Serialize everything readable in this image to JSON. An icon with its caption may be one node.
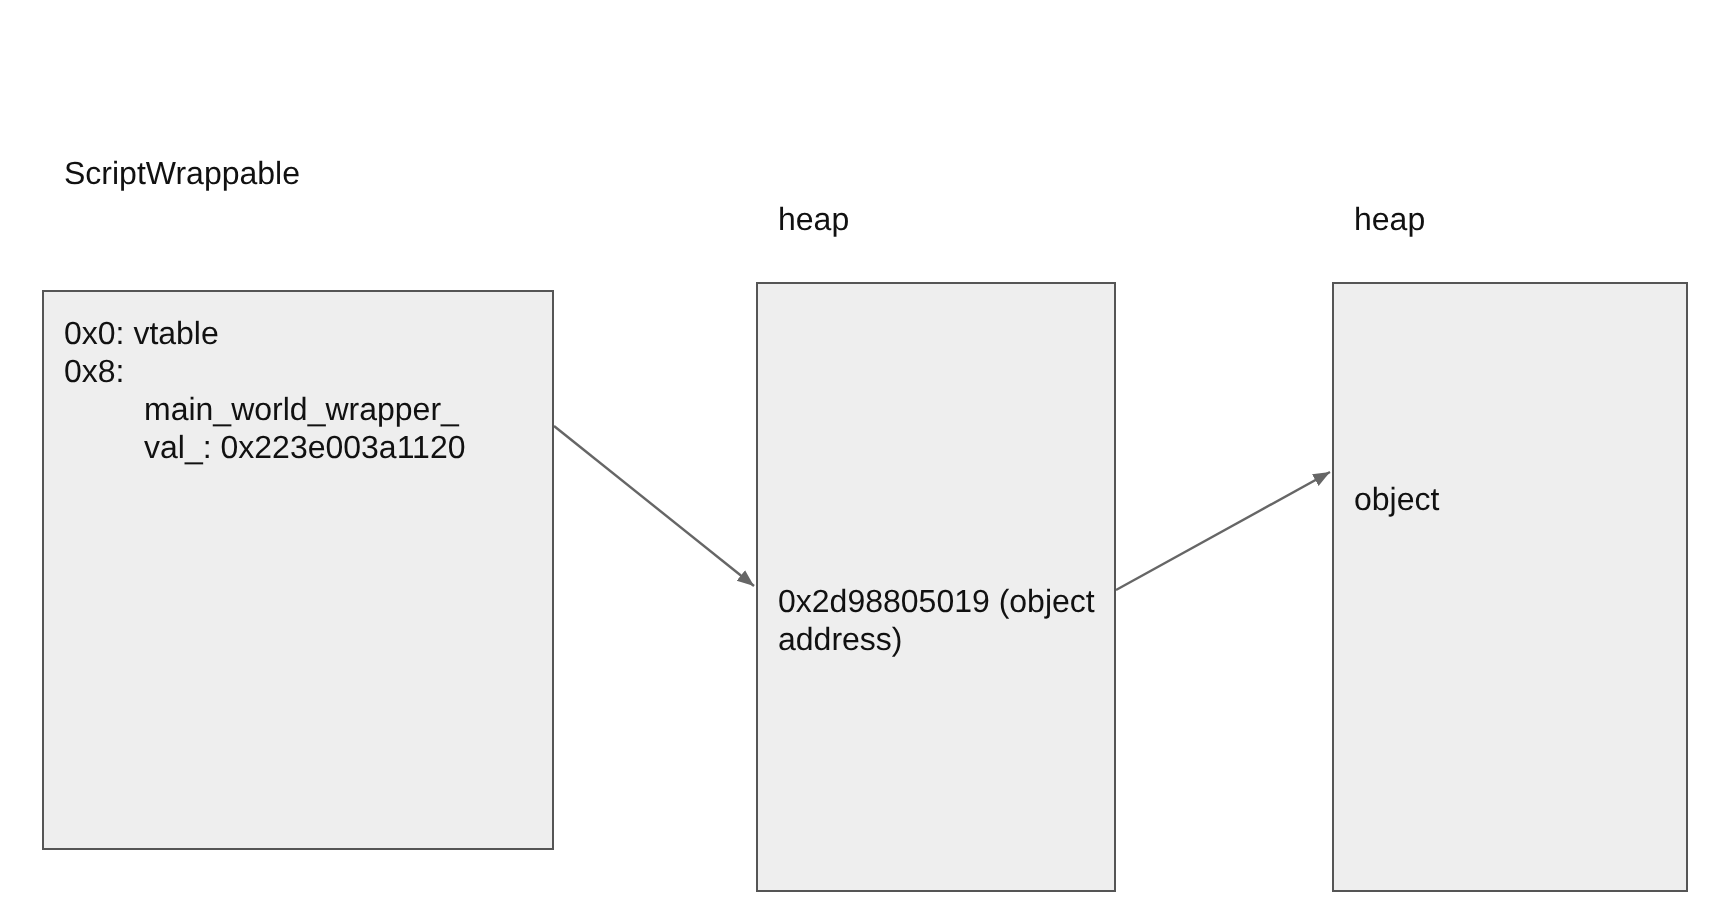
{
  "diagram": {
    "nodes": [
      {
        "text": [
          "ScriptWrappable",
          "0x0: vtable",
          "0x8: main_world_wrapper_val_: 0x223e003a1120"
        ]
      },
      {
        "text": [
          "heap",
          "0x2d98805019 (object address)"
        ]
      },
      {
        "text": [
          "heap",
          "object"
        ]
      }
    ],
    "edges": [
      {
        "from": 0,
        "to": 1,
        "arrow": "to"
      },
      {
        "from": 1,
        "to": 2,
        "arrow": "to"
      }
    ]
  }
}
